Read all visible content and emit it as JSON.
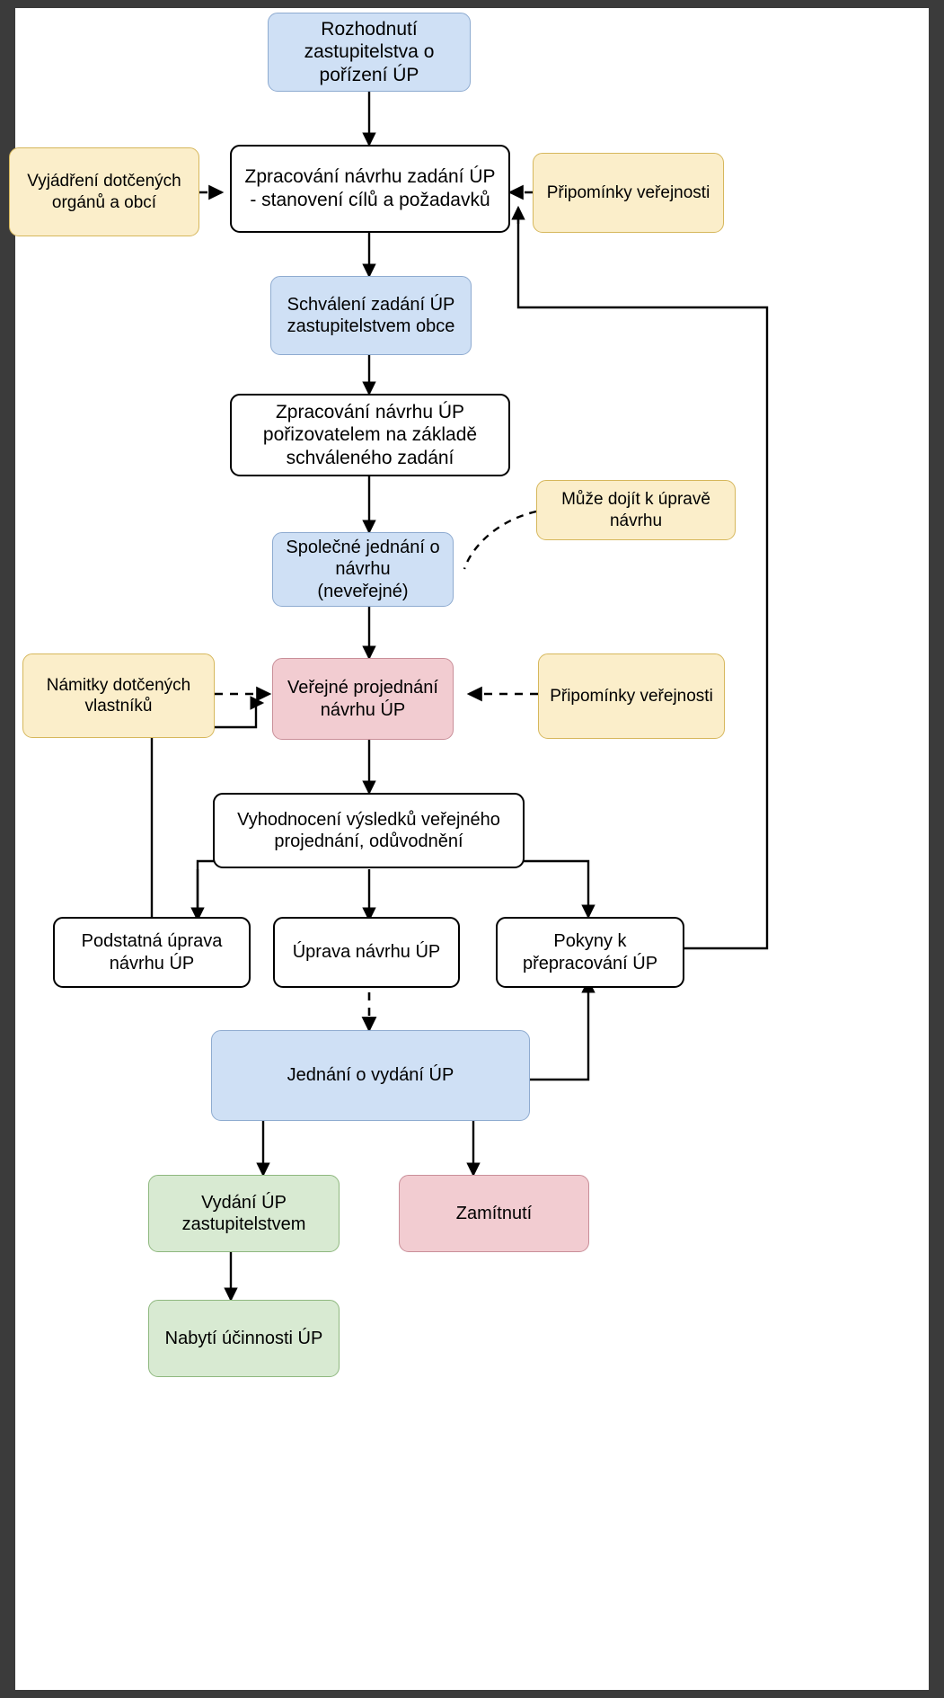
{
  "diagram": {
    "title": "Proces pořízení územního plánu",
    "language": "cs",
    "colors": {
      "blue_fill": "#cfe0f5",
      "blue_stroke": "#8eabd0",
      "yellow_fill": "#fbeeca",
      "yellow_stroke": "#d6b75c",
      "red_fill": "#f2ccd1",
      "red_stroke": "#c98f99",
      "green_fill": "#d8ead2",
      "green_stroke": "#8fb87f",
      "white_fill": "#ffffff",
      "stroke": "#000000",
      "page_border": "#3b3b3b"
    },
    "nodes": [
      {
        "id": "rozhodnuti",
        "label": "Rozhodnutí\nzastupitelstva o\npořízení ÚP",
        "type": "blue"
      },
      {
        "id": "zpracovani-zadani",
        "label": "Zpracování návrhu zadání ÚP\n- stanovení cílů a požadavků",
        "type": "white"
      },
      {
        "id": "vyjadreni",
        "label": "Vyjádření dotčených\norgánů a obcí",
        "type": "yellow"
      },
      {
        "id": "pripominky1",
        "label": "Připomínky veřejnosti",
        "type": "yellow"
      },
      {
        "id": "schvaleni-zadani",
        "label": "Schválení zadání ÚP\nzastupitelstvem obce",
        "type": "blue"
      },
      {
        "id": "zpracovani-navrhu",
        "label": "Zpracování návrhu ÚP\npořizovatelem na základě\nschváleného zadání",
        "type": "white"
      },
      {
        "id": "spolecne-jednani",
        "label": "Společné jednání o\nnávrhu\n(neveřejné)",
        "type": "blue"
      },
      {
        "id": "muze-dojit",
        "label": "Může dojít k úpravě\nnávrhu",
        "type": "yellow"
      },
      {
        "id": "namitky",
        "label": "Námitky dotčených\nvlastníků",
        "type": "yellow"
      },
      {
        "id": "verejne-projednani",
        "label": "Veřejné projednání\nnávrhu ÚP",
        "type": "red"
      },
      {
        "id": "pripominky2",
        "label": "Připomínky veřejnosti",
        "type": "yellow"
      },
      {
        "id": "vyhodnoceni",
        "label": "Vyhodnocení výsledků veřejného\nprojednání, odůvodnění",
        "type": "white"
      },
      {
        "id": "podstatna-uprava",
        "label": "Podstatná úprava\nnávrhu ÚP",
        "type": "white"
      },
      {
        "id": "uprava-navrhu",
        "label": "Úprava návrhu ÚP",
        "type": "white"
      },
      {
        "id": "pokyny",
        "label": "Pokyny k\npřepracování ÚP",
        "type": "white"
      },
      {
        "id": "jednani-vydani",
        "label": "Jednání o vydání ÚP",
        "type": "blue"
      },
      {
        "id": "vydani",
        "label": "Vydání ÚP\nzastupitelstvem",
        "type": "green"
      },
      {
        "id": "zamitnuti",
        "label": "Zamítnutí",
        "type": "red"
      },
      {
        "id": "nabyti",
        "label": "Nabytí účinnosti ÚP",
        "type": "green"
      }
    ],
    "edges": [
      {
        "from": "rozhodnuti",
        "to": "zpracovani-zadani",
        "style": "solid"
      },
      {
        "from": "vyjadreni",
        "to": "zpracovani-zadani",
        "style": "dashed"
      },
      {
        "from": "pripominky1",
        "to": "zpracovani-zadani",
        "style": "dashed"
      },
      {
        "from": "zpracovani-zadani",
        "to": "schvaleni-zadani",
        "style": "solid"
      },
      {
        "from": "schvaleni-zadani",
        "to": "zpracovani-navrhu",
        "style": "solid"
      },
      {
        "from": "zpracovani-navrhu",
        "to": "spolecne-jednani",
        "style": "solid"
      },
      {
        "from": "muze-dojit",
        "to": "spolecne-jednani",
        "style": "dashed"
      },
      {
        "from": "spolecne-jednani",
        "to": "verejne-projednani",
        "style": "solid"
      },
      {
        "from": "namitky",
        "to": "verejne-projednani",
        "style": "dashed"
      },
      {
        "from": "pripominky2",
        "to": "verejne-projednani",
        "style": "dashed"
      },
      {
        "from": "verejne-projednani",
        "to": "vyhodnoceni",
        "style": "solid"
      },
      {
        "from": "vyhodnoceni",
        "to": "podstatna-uprava",
        "style": "solid"
      },
      {
        "from": "vyhodnoceni",
        "to": "uprava-navrhu",
        "style": "solid"
      },
      {
        "from": "vyhodnoceni",
        "to": "pokyny",
        "style": "solid"
      },
      {
        "from": "podstatna-uprava",
        "to": "verejne-projednani",
        "style": "solid"
      },
      {
        "from": "uprava-navrhu",
        "to": "jednani-vydani",
        "style": "dashed"
      },
      {
        "from": "pokyny",
        "to": "zpracovani-zadani",
        "style": "solid"
      },
      {
        "from": "jednani-vydani",
        "to": "pokyny",
        "style": "solid"
      },
      {
        "from": "jednani-vydani",
        "to": "vydani",
        "style": "solid"
      },
      {
        "from": "jednani-vydani",
        "to": "zamitnuti",
        "style": "solid"
      },
      {
        "from": "vydani",
        "to": "nabyti",
        "style": "solid"
      }
    ]
  }
}
